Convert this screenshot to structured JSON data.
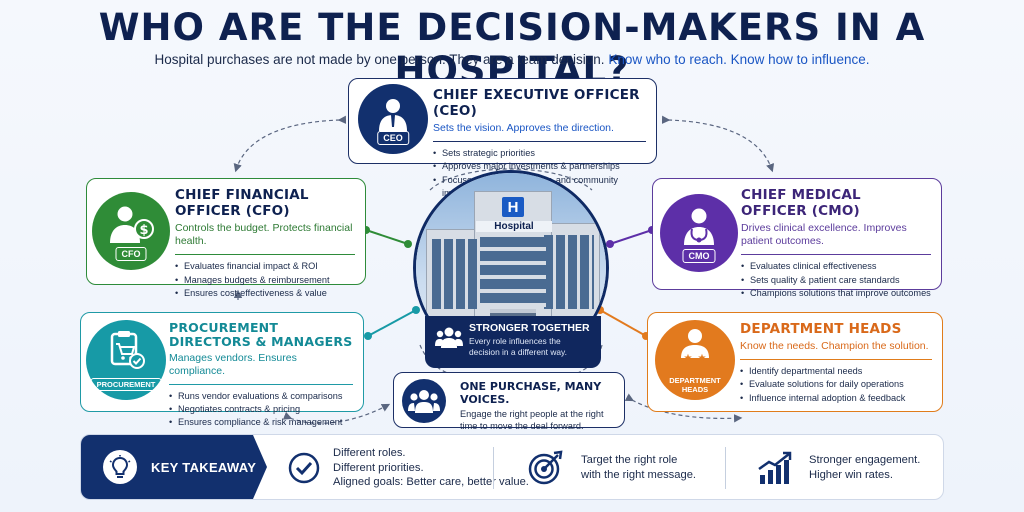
{
  "header": {
    "title": "WHO ARE THE DECISION-MAKERS IN A HOSPITAL?",
    "subtitle_plain": "Hospital purchases are not made by one person. They are a team decision.",
    "subtitle_highlight": "Know who to reach. Know how to influence."
  },
  "roles": {
    "ceo": {
      "title": "CHIEF EXECUTIVE OFFICER (CEO)",
      "tagline": "Sets the vision. Approves the direction.",
      "badge": "CEO",
      "bullets": [
        "Sets strategic priorities",
        "Approves major investments & partnerships",
        "Focuses on growth, quality, and community impact"
      ]
    },
    "cfo": {
      "title": "CHIEF FINANCIAL OFFICER (CFO)",
      "tagline": "Controls the budget. Protects financial health.",
      "badge": "CFO",
      "bullets": [
        "Evaluates financial impact & ROI",
        "Manages budgets & reimbursement",
        "Ensures cost-effectiveness & value"
      ]
    },
    "cmo": {
      "title": "CHIEF MEDICAL OFFICER (CMO)",
      "tagline": "Drives clinical excellence. Improves patient outcomes.",
      "badge": "CMO",
      "bullets": [
        "Evaluates clinical effectiveness",
        "Sets quality & patient care standards",
        "Champions solutions that improve outcomes"
      ]
    },
    "procurement": {
      "title": "PROCUREMENT DIRECTORS & MANAGERS",
      "tagline": "Manages vendors. Ensures compliance.",
      "badge": "PROCUREMENT",
      "bullets": [
        "Runs vendor evaluations & comparisons",
        "Negotiates contracts & pricing",
        "Ensures compliance & risk management"
      ]
    },
    "dept": {
      "title": "DEPARTMENT HEADS",
      "tagline": "Know the needs. Champion the solution.",
      "badge_line1": "DEPARTMENT",
      "badge_line2": "HEADS",
      "bullets": [
        "Identify departmental needs",
        "Evaluate solutions for daily operations",
        "Influence internal adoption & feedback"
      ]
    }
  },
  "center": {
    "sign": "H",
    "building_label": "Hospital",
    "heading": "STRONGER TOGETHER",
    "text": "Every role influences the decision in a different way."
  },
  "one_purchase": {
    "heading": "ONE PURCHASE, MANY VOICES.",
    "text": "Engage the right people at the right time to move the deal forward."
  },
  "takeaway": {
    "label": "KEY TAKEAWAY",
    "col1": "Different roles.\nDifferent priorities.\nAligned goals: Better care, better value.",
    "col2": "Target the right role\nwith the right message.",
    "col3": "Stronger engagement.\nHigher win rates."
  },
  "colors": {
    "navy": "#12306e",
    "green": "#2f8c37",
    "purple": "#5d2fa8",
    "teal": "#179aa6",
    "orange": "#e27a1e",
    "accent_blue": "#1a56c4"
  }
}
